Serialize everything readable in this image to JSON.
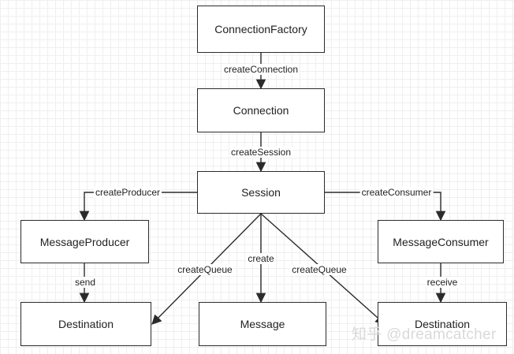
{
  "nodes": {
    "connection_factory": "ConnectionFactory",
    "connection": "Connection",
    "session": "Session",
    "message_producer": "MessageProducer",
    "message_consumer": "MessageConsumer",
    "destination_left": "Destination",
    "message": "Message",
    "destination_right": "Destination"
  },
  "edges": {
    "create_connection": "createConnection",
    "create_session": "createSession",
    "create_producer": "createProducer",
    "create_consumer": "createConsumer",
    "send": "send",
    "receive": "receive",
    "create_queue_left": "createQueue",
    "create": "create",
    "create_queue_right": "createQueue"
  },
  "watermark": "知乎 @dreamcatcher",
  "colors": {
    "line": "#2b2b2b",
    "box_border": "#2b2b2b",
    "grid": "#efefef"
  }
}
